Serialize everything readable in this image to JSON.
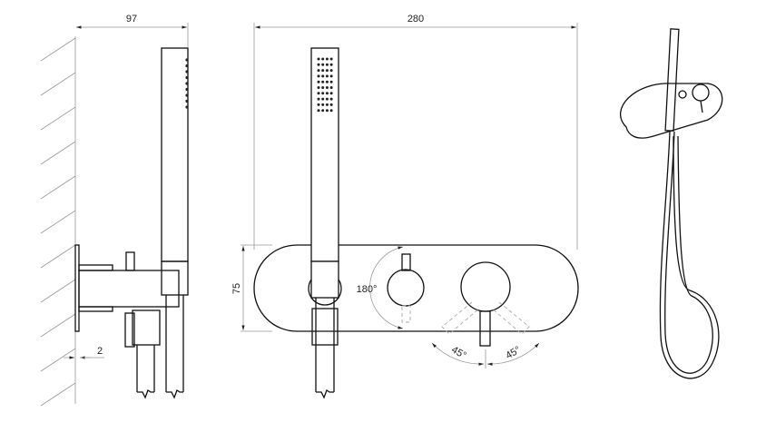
{
  "dimensions": {
    "side_depth": "97",
    "wall_gap": "2",
    "plate_width": "280",
    "plate_height": "75",
    "diverter_rotation": "180°",
    "lever_left_angle": "45°",
    "lever_right_angle": "45°"
  }
}
